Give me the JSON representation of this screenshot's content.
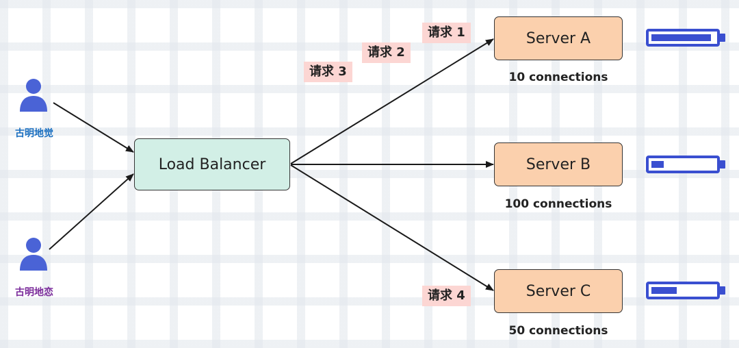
{
  "load_balancer": {
    "label": "Load Balancer"
  },
  "users": [
    {
      "name": "古明地觉",
      "color": "#1a6fc0",
      "icon": "user-icon"
    },
    {
      "name": "古明地恋",
      "color": "#7a2a9a",
      "icon": "user-icon"
    }
  ],
  "servers": [
    {
      "label": "Server A",
      "connections": "10 connections",
      "load_fraction": 0.95
    },
    {
      "label": "Server B",
      "connections": "100 connections",
      "load_fraction": 0.2
    },
    {
      "label": "Server C",
      "connections": "50 connections",
      "load_fraction": 0.4
    }
  ],
  "requests": [
    "请求 1",
    "请求 2",
    "请求 3",
    "请求 4"
  ],
  "colors": {
    "user_icon": "#4a63d6",
    "battery": "#3a4fd0",
    "lb_fill": "#d2efe6",
    "server_fill": "#fbd0ad",
    "request_tag": "#fcd6d3",
    "arrow": "#1a1a1a"
  }
}
